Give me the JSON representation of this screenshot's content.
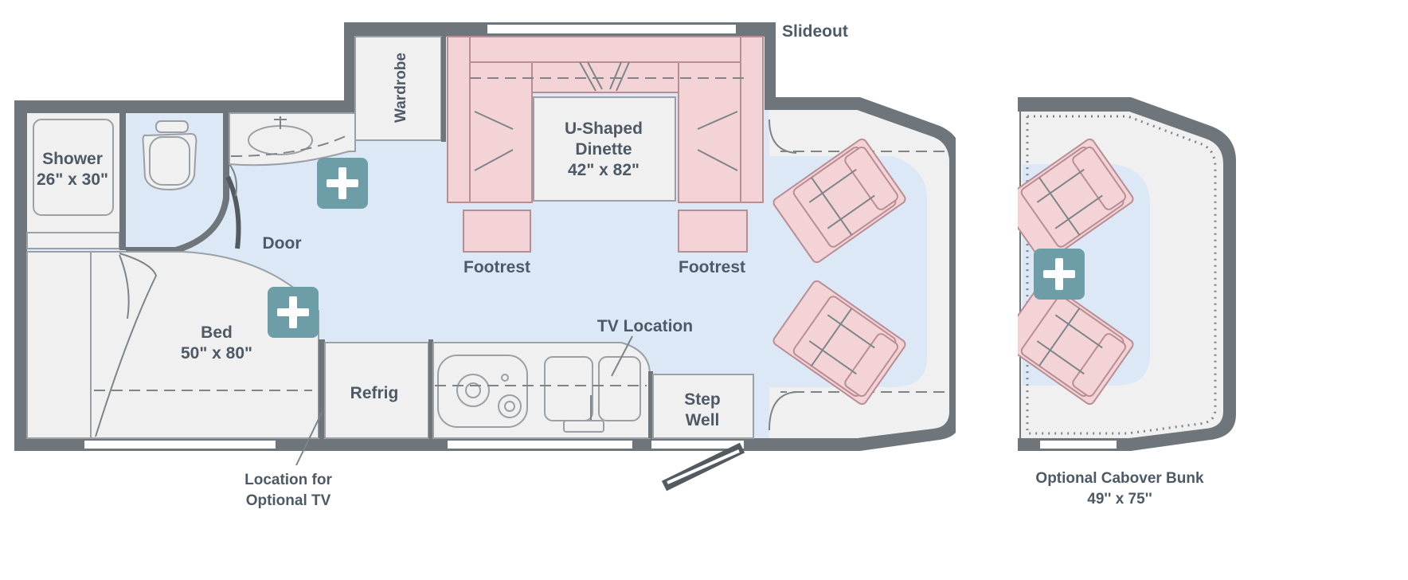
{
  "labels": {
    "slideout": "Slideout",
    "wardrobe": "Wardrobe",
    "dinette_1": "U-Shaped",
    "dinette_2": "Dinette",
    "dinette_3": "42\" x 82\"",
    "shower_1": "Shower",
    "shower_2": "26\" x 30\"",
    "door": "Door",
    "footrest_left": "Footrest",
    "footrest_right": "Footrest",
    "bed_1": "Bed",
    "bed_2": "50\" x 80\"",
    "tv_location": "TV Location",
    "refrig": "Refrig",
    "step_1": "Step",
    "step_2": "Well",
    "optional_tv_1": "Location for",
    "optional_tv_2": "Optional TV",
    "cabover_1": "Optional Cabover Bunk",
    "cabover_2": "49'' x 75''"
  },
  "colors": {
    "wall": "#6e757b",
    "floor": "#dce8f6",
    "furniture": "#f0f0f0",
    "upholstery": "#f4d3d7",
    "marker": "#6d9ea8",
    "text": "#4d5a66"
  },
  "icons": {
    "marker": "plus-icon"
  }
}
